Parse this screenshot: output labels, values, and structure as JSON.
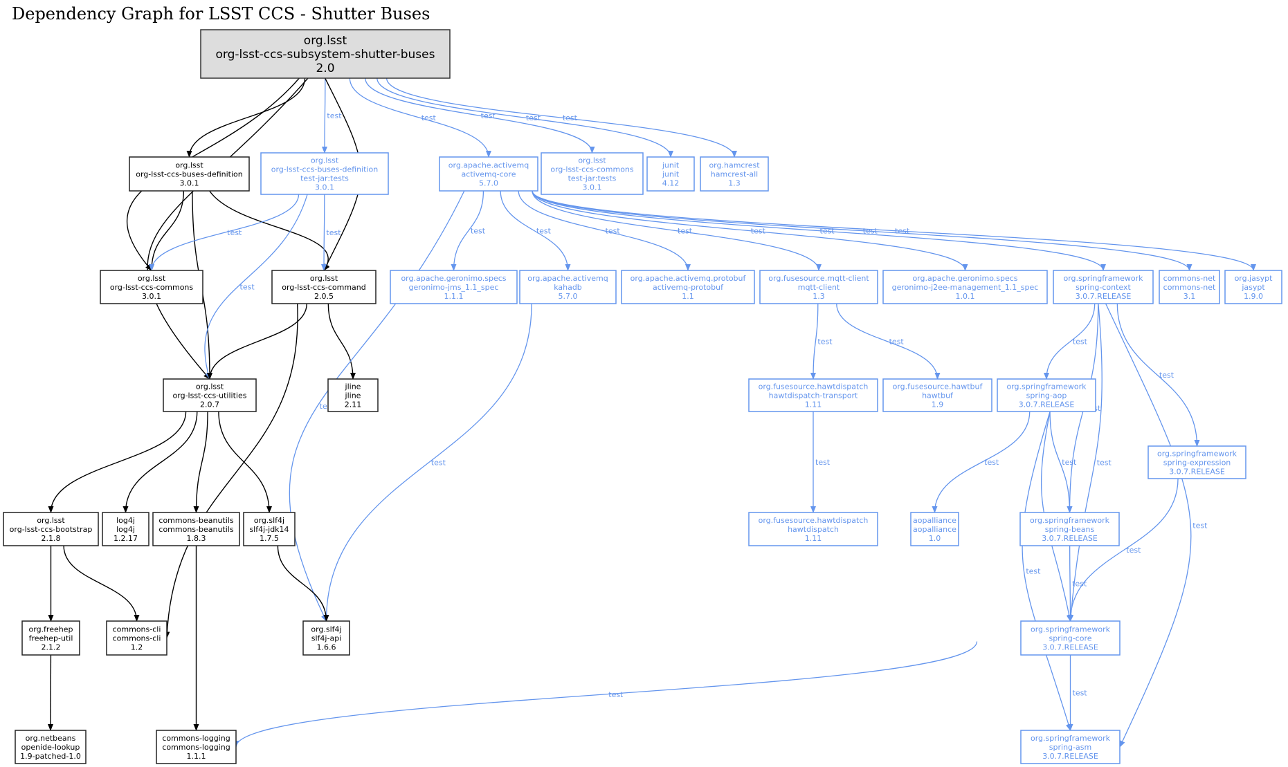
{
  "title": "Dependency Graph for LSST CCS - Shutter Buses",
  "colors": {
    "compile": "#000000",
    "test": "#6495ED",
    "root_fill": "#DDDDDD",
    "node_fill": "#FFFFFF"
  },
  "nodes": [
    {
      "id": "root",
      "group": "org.lsst",
      "artifact": "org-lsst-ccs-subsystem-shutter-buses",
      "version": "2.0",
      "scope": "root"
    },
    {
      "id": "busesdef",
      "group": "org.lsst",
      "artifact": "org-lsst-ccs-buses-definition",
      "version": "3.0.1",
      "scope": "compile"
    },
    {
      "id": "busesdeftest",
      "group": "org.lsst",
      "artifact": "org-lsst-ccs-buses-definition",
      "classifier": "test-jar:tests",
      "version": "3.0.1",
      "scope": "test"
    },
    {
      "id": "amqcore",
      "group": "org.apache.activemq",
      "artifact": "activemq-core",
      "version": "5.7.0",
      "scope": "test"
    },
    {
      "id": "commonstest",
      "group": "org.lsst",
      "artifact": "org-lsst-ccs-commons",
      "classifier": "test-jar:tests",
      "version": "3.0.1",
      "scope": "test"
    },
    {
      "id": "junit",
      "group": "junit",
      "artifact": "junit",
      "version": "4.12",
      "scope": "test"
    },
    {
      "id": "hamcrest",
      "group": "org.hamcrest",
      "artifact": "hamcrest-all",
      "version": "1.3",
      "scope": "test"
    },
    {
      "id": "commons",
      "group": "org.lsst",
      "artifact": "org-lsst-ccs-commons",
      "version": "3.0.1",
      "scope": "compile"
    },
    {
      "id": "command",
      "group": "org.lsst",
      "artifact": "org-lsst-ccs-command",
      "version": "2.0.5",
      "scope": "compile"
    },
    {
      "id": "gerjms",
      "group": "org.apache.geronimo.specs",
      "artifact": "geronimo-jms_1.1_spec",
      "version": "1.1.1",
      "scope": "test"
    },
    {
      "id": "kahadb",
      "group": "org.apache.activemq",
      "artifact": "kahadb",
      "version": "5.7.0",
      "scope": "test"
    },
    {
      "id": "protobuf",
      "group": "org.apache.activemq.protobuf",
      "artifact": "activemq-protobuf",
      "version": "1.1",
      "scope": "test"
    },
    {
      "id": "mqtt",
      "group": "org.fusesource.mqtt-client",
      "artifact": "mqtt-client",
      "version": "1.3",
      "scope": "test"
    },
    {
      "id": "gerj2ee",
      "group": "org.apache.geronimo.specs",
      "artifact": "geronimo-j2ee-management_1.1_spec",
      "version": "1.0.1",
      "scope": "test"
    },
    {
      "id": "spctx",
      "group": "org.springframework",
      "artifact": "spring-context",
      "version": "3.0.7.RELEASE",
      "scope": "test"
    },
    {
      "id": "cnet",
      "group": "commons-net",
      "artifact": "commons-net",
      "version": "3.1",
      "scope": "test"
    },
    {
      "id": "jasypt",
      "group": "org.jasypt",
      "artifact": "jasypt",
      "version": "1.9.0",
      "scope": "test"
    },
    {
      "id": "utilities",
      "group": "org.lsst",
      "artifact": "org-lsst-ccs-utilities",
      "version": "2.0.7",
      "scope": "compile"
    },
    {
      "id": "jline",
      "group": "jline",
      "artifact": "jline",
      "version": "2.11",
      "scope": "compile"
    },
    {
      "id": "hdtrans",
      "group": "org.fusesource.hawtdispatch",
      "artifact": "hawtdispatch-transport",
      "version": "1.11",
      "scope": "test"
    },
    {
      "id": "hawtbuf",
      "group": "org.fusesource.hawtbuf",
      "artifact": "hawtbuf",
      "version": "1.9",
      "scope": "test"
    },
    {
      "id": "spaop",
      "group": "org.springframework",
      "artifact": "spring-aop",
      "version": "3.0.7.RELEASE",
      "scope": "test"
    },
    {
      "id": "spexpr",
      "group": "org.springframework",
      "artifact": "spring-expression",
      "version": "3.0.7.RELEASE",
      "scope": "test"
    },
    {
      "id": "bootstrap",
      "group": "org.lsst",
      "artifact": "org-lsst-ccs-bootstrap",
      "version": "2.1.8",
      "scope": "compile"
    },
    {
      "id": "log4j",
      "group": "log4j",
      "artifact": "log4j",
      "version": "1.2.17",
      "scope": "compile"
    },
    {
      "id": "beanutils",
      "group": "commons-beanutils",
      "artifact": "commons-beanutils",
      "version": "1.8.3",
      "scope": "compile"
    },
    {
      "id": "slf4jjdk",
      "group": "org.slf4j",
      "artifact": "slf4j-jdk14",
      "version": "1.7.5",
      "scope": "compile"
    },
    {
      "id": "hd",
      "group": "org.fusesource.hawtdispatch",
      "artifact": "hawtdispatch",
      "version": "1.11",
      "scope": "test"
    },
    {
      "id": "aopalliance",
      "group": "aopalliance",
      "artifact": "aopalliance",
      "version": "1.0",
      "scope": "test"
    },
    {
      "id": "spbeans",
      "group": "org.springframework",
      "artifact": "spring-beans",
      "version": "3.0.7.RELEASE",
      "scope": "test"
    },
    {
      "id": "freehep",
      "group": "org.freehep",
      "artifact": "freehep-util",
      "version": "2.1.2",
      "scope": "compile"
    },
    {
      "id": "cli",
      "group": "commons-cli",
      "artifact": "commons-cli",
      "version": "1.2",
      "scope": "compile"
    },
    {
      "id": "slf4japi",
      "group": "org.slf4j",
      "artifact": "slf4j-api",
      "version": "1.6.6",
      "scope": "compile"
    },
    {
      "id": "spcore",
      "group": "org.springframework",
      "artifact": "spring-core",
      "version": "3.0.7.RELEASE",
      "scope": "test"
    },
    {
      "id": "openide",
      "group": "org.netbeans",
      "artifact": "openide-lookup",
      "version": "1.9-patched-1.0",
      "scope": "compile"
    },
    {
      "id": "clogging",
      "group": "commons-logging",
      "artifact": "commons-logging",
      "version": "1.1.1",
      "scope": "compile"
    },
    {
      "id": "spasm",
      "group": "org.springframework",
      "artifact": "spring-asm",
      "version": "3.0.7.RELEASE",
      "scope": "test"
    }
  ],
  "edges": [
    {
      "from": "root",
      "to": "busesdef",
      "label": ""
    },
    {
      "from": "root",
      "to": "busesdeftest",
      "label": "test"
    },
    {
      "from": "root",
      "to": "command",
      "label": ""
    },
    {
      "from": "root",
      "to": "commons",
      "label": ""
    },
    {
      "from": "root",
      "to": "utilities",
      "label": ""
    },
    {
      "from": "root",
      "to": "amqcore",
      "label": "test"
    },
    {
      "from": "root",
      "to": "commonstest",
      "label": "test"
    },
    {
      "from": "root",
      "to": "junit",
      "label": "test"
    },
    {
      "from": "root",
      "to": "hamcrest",
      "label": "test"
    },
    {
      "from": "busesdef",
      "to": "commons",
      "label": ""
    },
    {
      "from": "busesdef",
      "to": "command",
      "label": ""
    },
    {
      "from": "busesdef",
      "to": "utilities",
      "label": ""
    },
    {
      "from": "busesdeftest",
      "to": "commons",
      "label": "test"
    },
    {
      "from": "busesdeftest",
      "to": "command",
      "label": "test"
    },
    {
      "from": "busesdeftest",
      "to": "utilities",
      "label": "test"
    },
    {
      "from": "command",
      "to": "utilities",
      "label": ""
    },
    {
      "from": "command",
      "to": "jline",
      "label": ""
    },
    {
      "from": "command",
      "to": "cli",
      "label": ""
    },
    {
      "from": "amqcore",
      "to": "slf4japi",
      "label": "test"
    },
    {
      "from": "amqcore",
      "to": "gerjms",
      "label": "test"
    },
    {
      "from": "amqcore",
      "to": "kahadb",
      "label": "test"
    },
    {
      "from": "amqcore",
      "to": "protobuf",
      "label": "test"
    },
    {
      "from": "amqcore",
      "to": "mqtt",
      "label": "test"
    },
    {
      "from": "amqcore",
      "to": "gerj2ee",
      "label": "test"
    },
    {
      "from": "amqcore",
      "to": "spctx",
      "label": "test"
    },
    {
      "from": "amqcore",
      "to": "cnet",
      "label": "test"
    },
    {
      "from": "amqcore",
      "to": "jasypt",
      "label": "test"
    },
    {
      "from": "kahadb",
      "to": "slf4japi",
      "label": "test"
    },
    {
      "from": "mqtt",
      "to": "hdtrans",
      "label": "test"
    },
    {
      "from": "mqtt",
      "to": "hawtbuf",
      "label": "test"
    },
    {
      "from": "hdtrans",
      "to": "hd",
      "label": "test"
    },
    {
      "from": "spctx",
      "to": "spaop",
      "label": "test"
    },
    {
      "from": "spctx",
      "to": "spbeans",
      "label": "test"
    },
    {
      "from": "spctx",
      "to": "spcore",
      "label": "test"
    },
    {
      "from": "spctx",
      "to": "spexpr",
      "label": "test"
    },
    {
      "from": "spctx",
      "to": "spasm",
      "label": "test"
    },
    {
      "from": "spaop",
      "to": "aopalliance",
      "label": "test"
    },
    {
      "from": "spaop",
      "to": "spbeans",
      "label": "test"
    },
    {
      "from": "spaop",
      "to": "spcore",
      "label": "test"
    },
    {
      "from": "spaop",
      "to": "spasm",
      "label": "test"
    },
    {
      "from": "spexpr",
      "to": "spcore",
      "label": "test"
    },
    {
      "from": "spbeans",
      "to": "spcore",
      "label": "test"
    },
    {
      "from": "spcore",
      "to": "spasm",
      "label": "test"
    },
    {
      "from": "spcore",
      "to": "clogging",
      "label": "test"
    },
    {
      "from": "utilities",
      "to": "bootstrap",
      "label": ""
    },
    {
      "from": "utilities",
      "to": "log4j",
      "label": ""
    },
    {
      "from": "utilities",
      "to": "beanutils",
      "label": ""
    },
    {
      "from": "utilities",
      "to": "slf4jjdk",
      "label": ""
    },
    {
      "from": "bootstrap",
      "to": "freehep",
      "label": ""
    },
    {
      "from": "bootstrap",
      "to": "cli",
      "label": ""
    },
    {
      "from": "freehep",
      "to": "openide",
      "label": ""
    },
    {
      "from": "beanutils",
      "to": "clogging",
      "label": ""
    },
    {
      "from": "slf4jjdk",
      "to": "slf4japi",
      "label": ""
    }
  ]
}
